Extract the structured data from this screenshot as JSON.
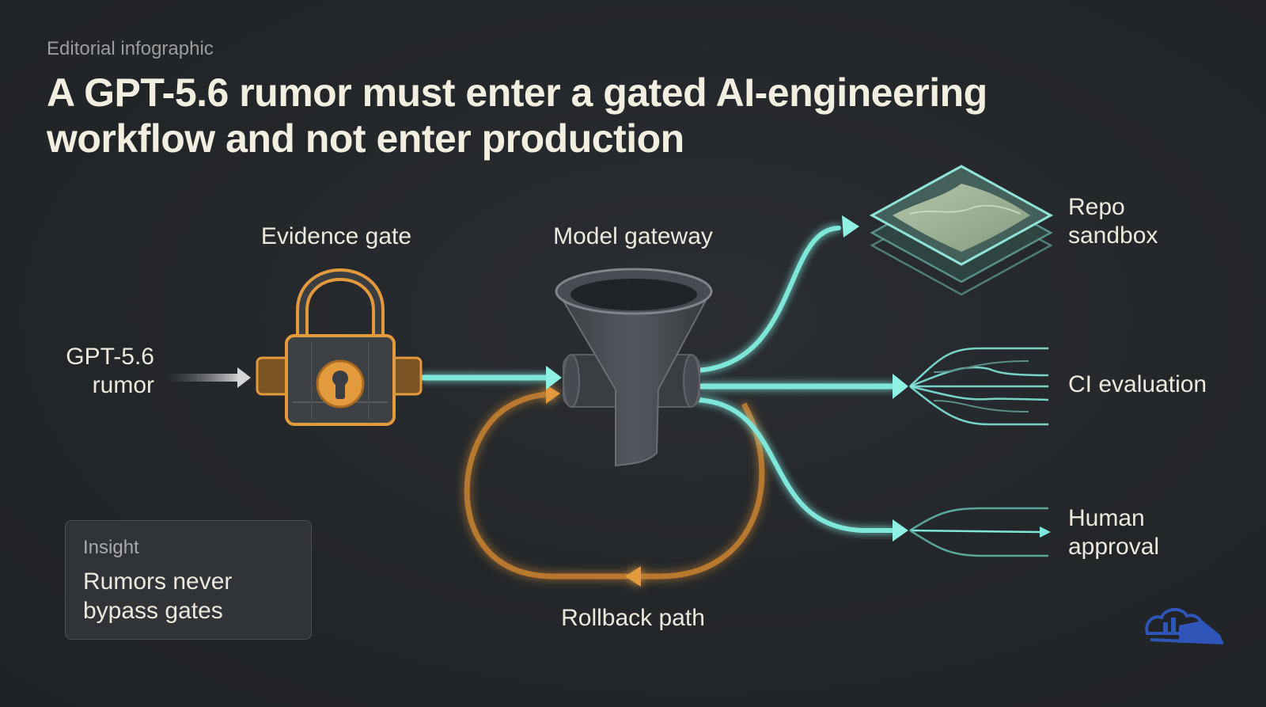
{
  "header": {
    "kicker": "Editorial infographic",
    "title": "A GPT-5.6 rumor must enter a gated AI-engineering workflow and not enter production"
  },
  "nodes": {
    "input": "GPT-5.6 rumor",
    "evidence_gate": "Evidence gate",
    "model_gateway": "Model gateway",
    "repo_sandbox": "Repo sandbox",
    "ci_evaluation": "CI evaluation",
    "human_approval": "Human approval",
    "rollback": "Rollback path"
  },
  "insight": {
    "caption": "Insight",
    "text": "Rumors never bypass gates"
  },
  "colors": {
    "background": "#24272b",
    "teal": "#7fe6da",
    "orange": "#e39a3c",
    "title": "#f3efe0"
  }
}
